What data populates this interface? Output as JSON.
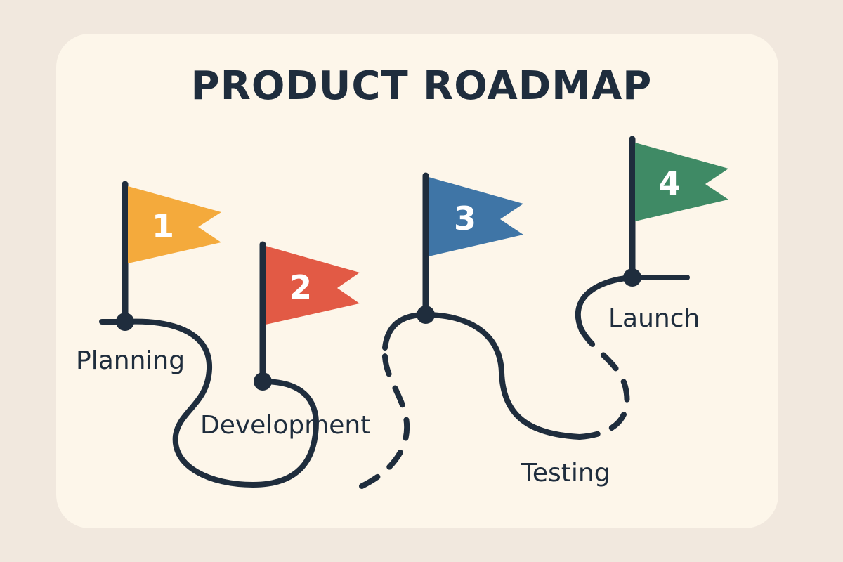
{
  "title": "PRODUCT ROADMAP",
  "colors": {
    "background": "#f1e8de",
    "card": "#fdf6ea",
    "ink": "#1f2d3d",
    "flag_1": "#f4aa3c",
    "flag_2": "#e25a45",
    "flag_3": "#3f75a6",
    "flag_4": "#3f8a65"
  },
  "milestones": [
    {
      "number": "1",
      "label": "Planning",
      "flag_icon": "flag-icon",
      "color": "#f4aa3c"
    },
    {
      "number": "2",
      "label": "Development",
      "flag_icon": "flag-icon",
      "color": "#e25a45"
    },
    {
      "number": "3",
      "label": "Testing",
      "flag_icon": "flag-icon",
      "color": "#3f75a6"
    },
    {
      "number": "4",
      "label": "Launch",
      "flag_icon": "flag-icon",
      "color": "#3f8a65"
    }
  ]
}
